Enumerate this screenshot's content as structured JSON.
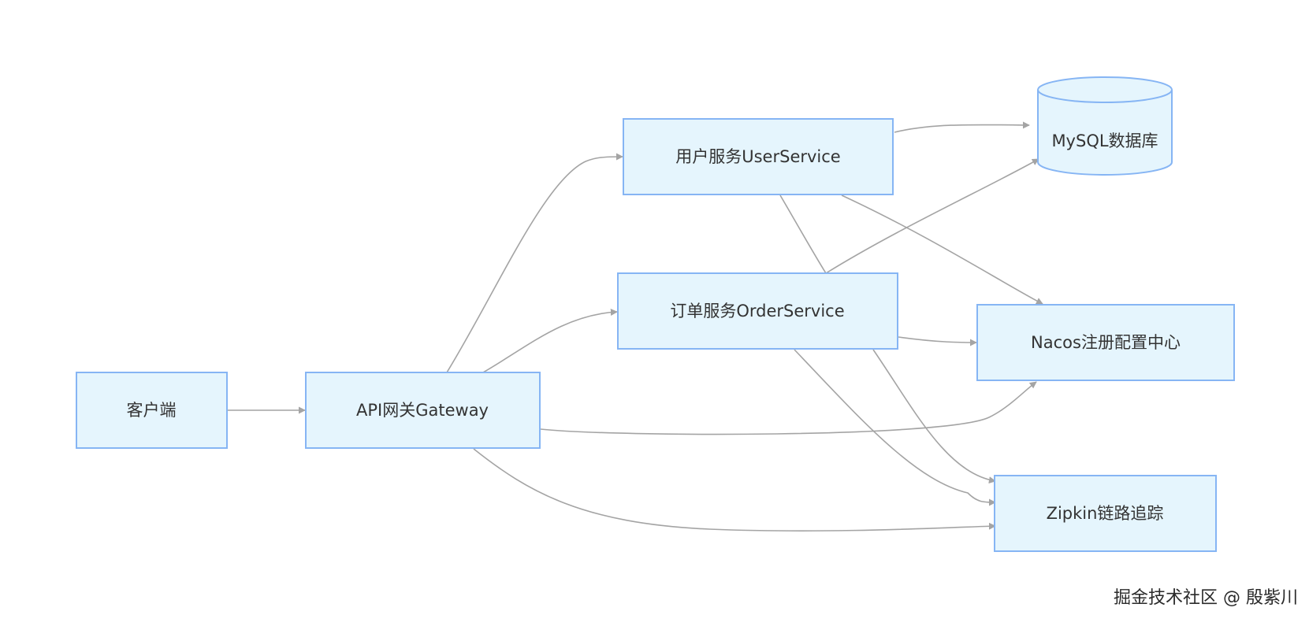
{
  "nodes": {
    "client": "客户端",
    "gateway": "API网关Gateway",
    "user_service": "用户服务UserService",
    "order_service": "订单服务OrderService",
    "mysql": "MySQL数据库",
    "nacos": "Nacos注册配置中心",
    "zipkin": "Zipkin链路追踪"
  },
  "edges": [
    {
      "from": "client",
      "to": "gateway"
    },
    {
      "from": "gateway",
      "to": "user_service"
    },
    {
      "from": "gateway",
      "to": "order_service"
    },
    {
      "from": "gateway",
      "to": "nacos"
    },
    {
      "from": "gateway",
      "to": "zipkin"
    },
    {
      "from": "user_service",
      "to": "mysql"
    },
    {
      "from": "user_service",
      "to": "nacos"
    },
    {
      "from": "order_service",
      "to": "mysql"
    },
    {
      "from": "order_service",
      "to": "nacos"
    },
    {
      "from": "order_service",
      "to": "zipkin"
    },
    {
      "from": "user_service",
      "to": "zipkin"
    }
  ],
  "colors": {
    "node_fill": "#e5f5fd",
    "node_stroke": "#86b5f4",
    "edge": "#a4a4a4",
    "text": "#333333"
  },
  "watermark": "掘金技术社区 @ 殷紫川"
}
